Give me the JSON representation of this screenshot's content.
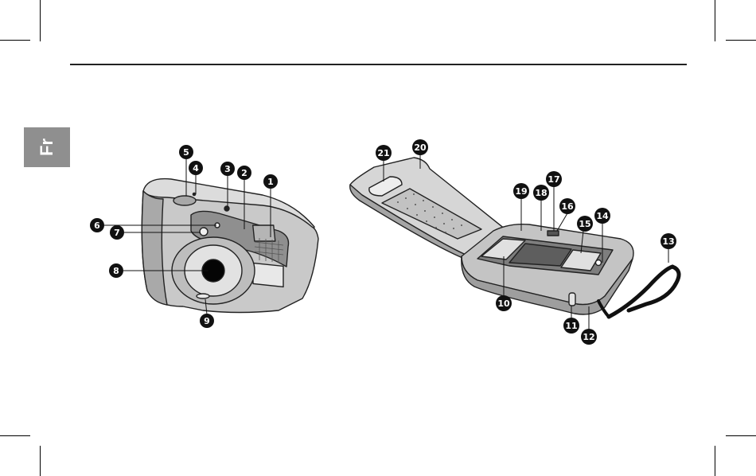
{
  "page": {
    "language_tab": "Fr"
  },
  "colors": {
    "body": "#c9c9c9",
    "body_dark": "#9a9a9a",
    "tab": "#8f8f8f",
    "callout": "#111111"
  },
  "front_view": {
    "callouts": [
      "1",
      "2",
      "3",
      "4",
      "5",
      "6",
      "7",
      "8",
      "9"
    ]
  },
  "back_view": {
    "callouts": [
      "10",
      "11",
      "12",
      "13",
      "14",
      "15",
      "16",
      "17",
      "18",
      "19",
      "20",
      "21"
    ]
  }
}
